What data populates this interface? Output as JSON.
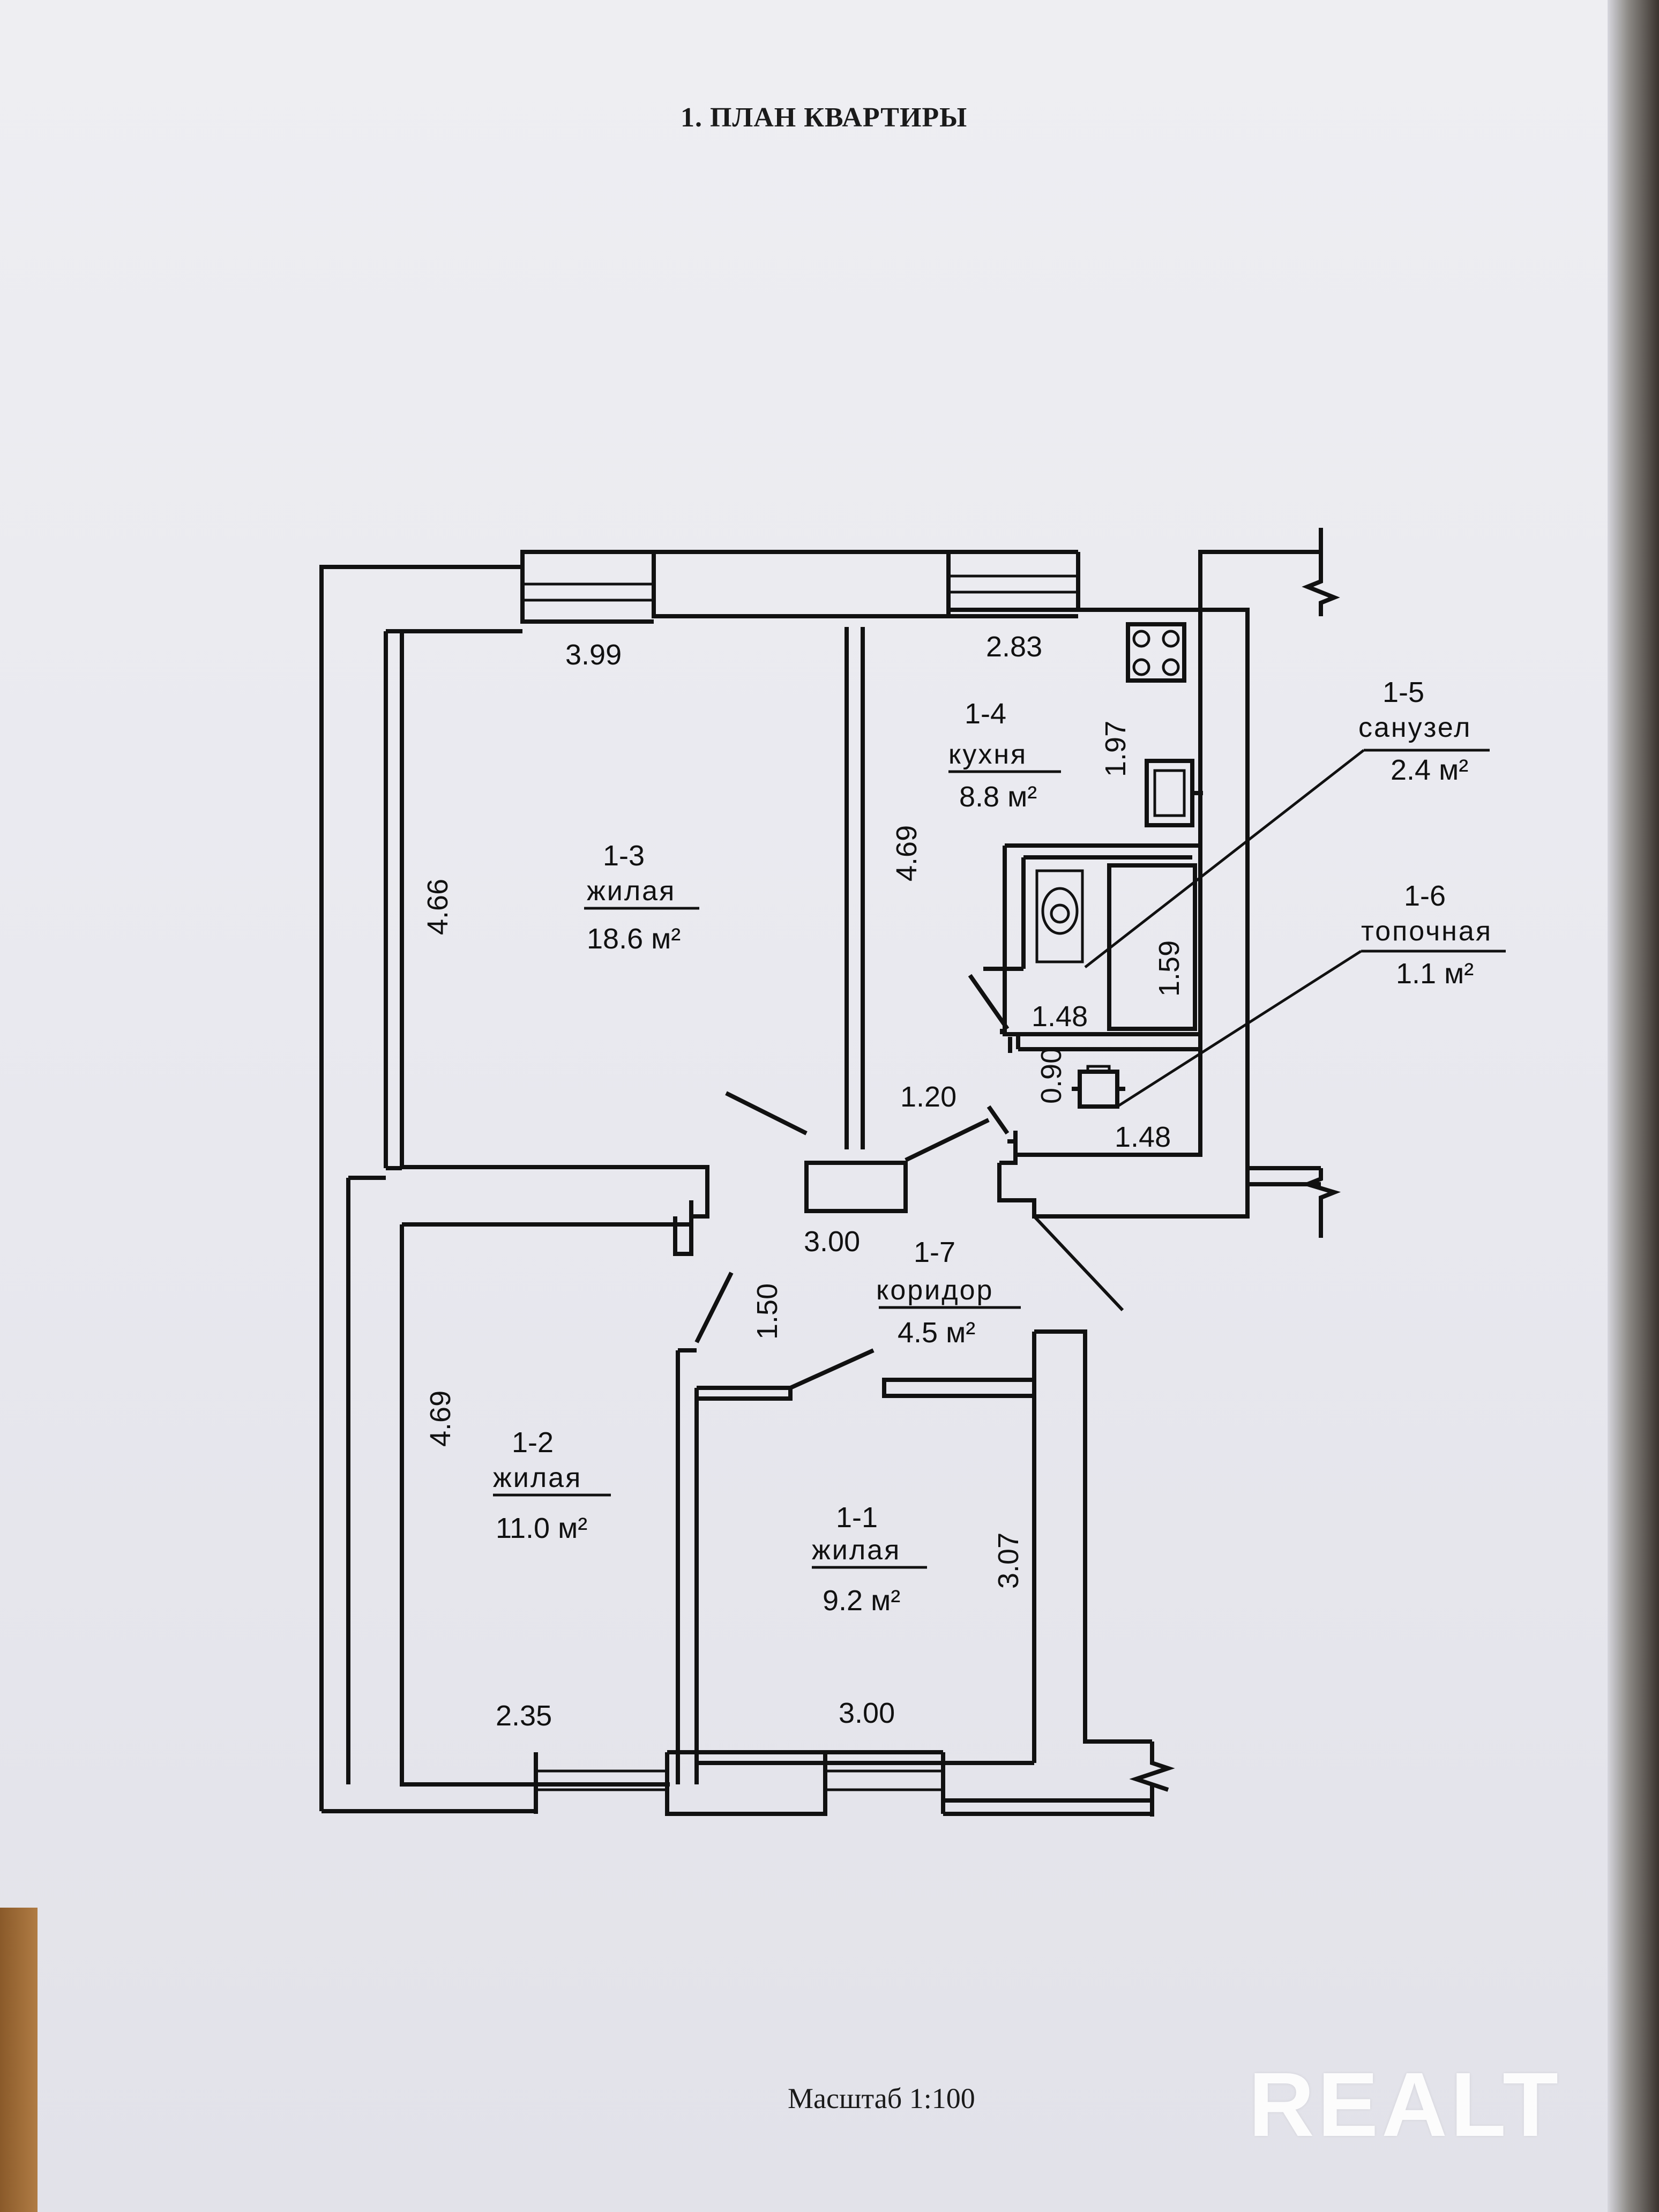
{
  "document": {
    "title": "1. ПЛАН КВАРТИРЫ",
    "scale": "Масштаб 1:100",
    "watermark": "REALT"
  },
  "rooms": [
    {
      "id": "1-1",
      "type": "жилая",
      "area": "9.2 м²"
    },
    {
      "id": "1-2",
      "type": "жилая",
      "area": "11.0 м²"
    },
    {
      "id": "1-3",
      "type": "жилая",
      "area": "18.6 м²"
    },
    {
      "id": "1-4",
      "type": "кухня",
      "area": "8.8 м²"
    },
    {
      "id": "1-5",
      "type": "санузел",
      "area": "2.4 м²"
    },
    {
      "id": "1-6",
      "type": "топочная",
      "area": "1.1 м²"
    },
    {
      "id": "1-7",
      "type": "коридор",
      "area": "4.5 м²"
    }
  ],
  "dimensions": {
    "r13_width": "3.99",
    "r13_height": "4.66",
    "r13_partition": "4.69",
    "kitchen_width": "2.83",
    "kitchen_depth": "1.97",
    "bath_width": "1.48",
    "bath_height": "1.59",
    "boiler_width": "1.48",
    "boiler_height": "0.90",
    "corridor_entry": "1.20",
    "corridor_width": "3.00",
    "corridor_depth": "1.50",
    "r12_height": "4.69",
    "r12_width": "2.35",
    "r11_width": "3.00",
    "r11_height": "3.07"
  }
}
